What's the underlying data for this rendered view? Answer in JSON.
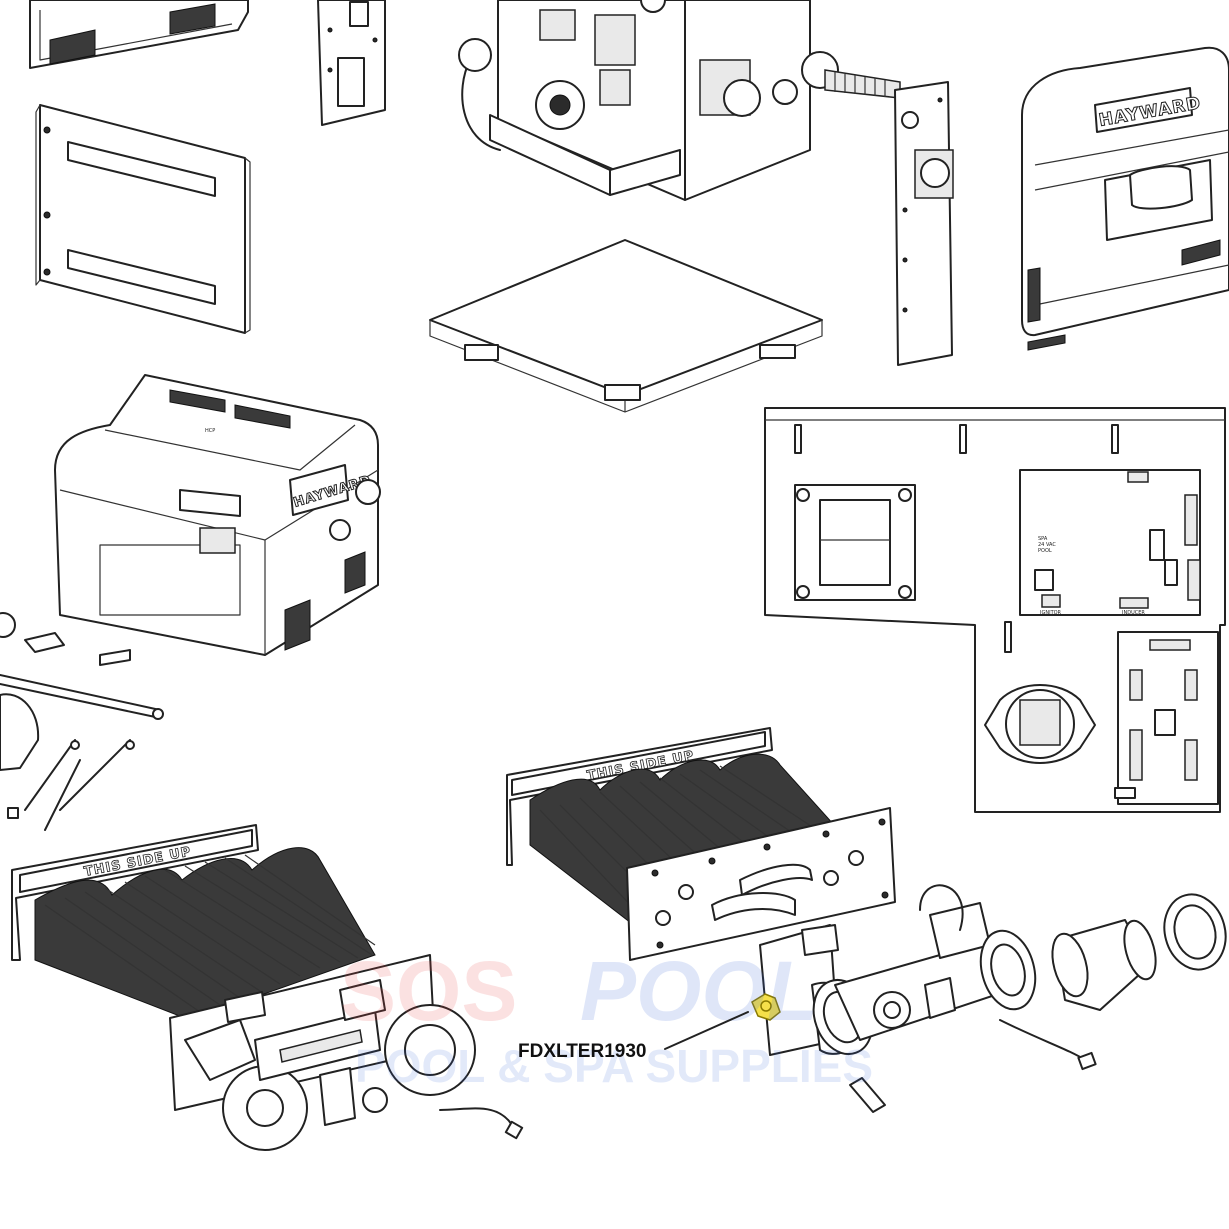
{
  "callout": {
    "part_number": "FDXLTER1930"
  },
  "labels": {
    "plate_text_left": "THIS SIDE UP",
    "plate_text_right": "THIS SIDE UP",
    "brand_cover": "HAYWARD",
    "brand_heater": "HAYWARD",
    "heater_panel_logo": "HCP",
    "board_spa": "SPA",
    "board_24vac": "24 VAC",
    "board_pool": "POOL",
    "board_ignitor": "IGNITOR",
    "board_inducer": "INDUCER"
  },
  "watermark": {
    "word_red": "SOS",
    "word_blue": "POOL",
    "tagline": "POOL & SPA SUPPLIES"
  },
  "colors": {
    "highlight": "#f5e04a",
    "watermark_red": "#e84b4b",
    "watermark_blue": "#3c68d8",
    "line": "#222222"
  }
}
